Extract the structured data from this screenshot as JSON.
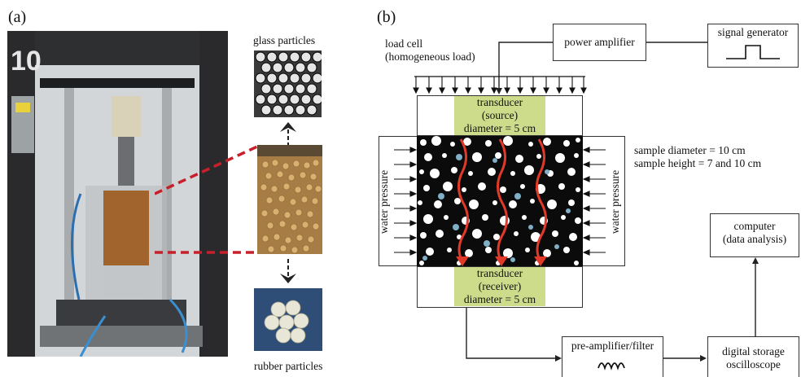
{
  "panel_a": {
    "label": "(a)",
    "glass_label": "glass particles",
    "rubber_label": "rubber particles",
    "machine_number": "10",
    "colors": {
      "rack": "#2b2b2d",
      "wall": "#cfd3d6",
      "sample": "#b07a3c"
    }
  },
  "panel_b": {
    "label": "(b)",
    "load_cell": [
      "load cell",
      "(homogeneous load)"
    ],
    "power_amplifier": "power amplifier",
    "signal_generator": "signal generator",
    "source_transducer": [
      "transducer",
      "(source)",
      "diameter = 5 cm"
    ],
    "receiver_transducer": [
      "transducer",
      "(receiver)",
      "diameter = 5 cm"
    ],
    "water_pressure_left": "water pressure",
    "water_pressure_right": "water pressure",
    "sample_info": [
      "sample diameter = 10 cm",
      "sample height = 7 and 10 cm"
    ],
    "computer": [
      "computer",
      "(data analysis)"
    ],
    "preamp": "pre-amplifier/filter",
    "oscilloscope": [
      "digital storage",
      "oscilloscope"
    ],
    "colors": {
      "transducer": "#ccdc8a",
      "wave": "#e23a2a",
      "particle_blue": "#7fb0c8",
      "particle_white": "#ffffff",
      "matrix": "#0b0b0b"
    }
  }
}
